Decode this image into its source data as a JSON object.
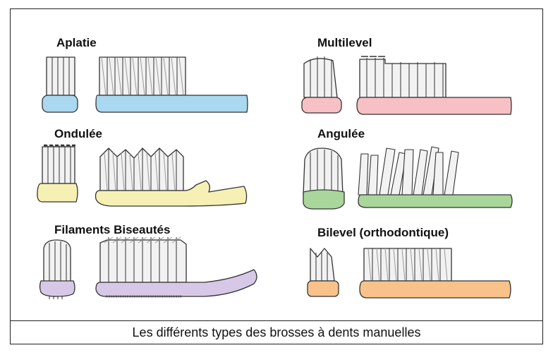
{
  "caption": "Les différents types des brosses à dents manuelles",
  "brushes": [
    {
      "id": "aplatie",
      "label": "Aplatie",
      "color": "#a9d8f0"
    },
    {
      "id": "multilevel",
      "label": "Multilevel",
      "color": "#f6c0c4"
    },
    {
      "id": "ondulee",
      "label": "Ondulée",
      "color": "#f6f0b4"
    },
    {
      "id": "angulee",
      "label": "Angulée",
      "color": "#a9d69a"
    },
    {
      "id": "biseautes",
      "label": "Filaments Biseautés",
      "color": "#d8c8e8"
    },
    {
      "id": "bilevel",
      "label": "Bilevel (orthodontique)",
      "color": "#f8c28a"
    }
  ]
}
